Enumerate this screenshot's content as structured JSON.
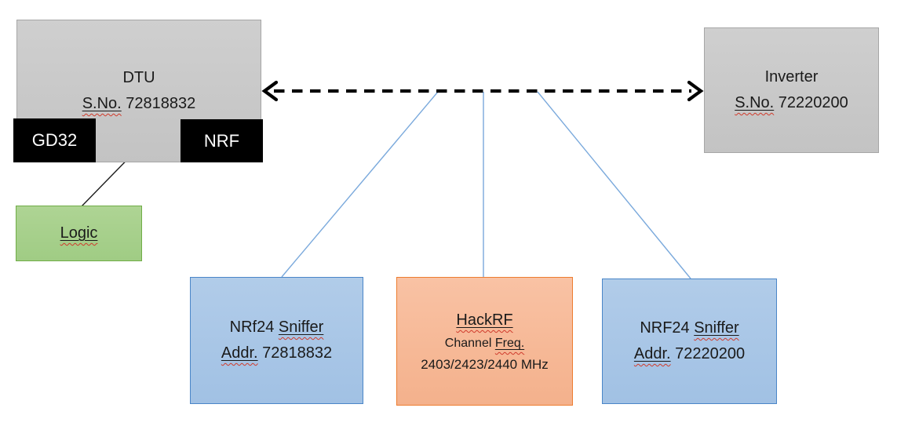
{
  "diagram": {
    "dtu_box": {
      "title": "DTU",
      "serial_label": "S.No.",
      "serial_value": " 72818832"
    },
    "gd32_chip": {
      "label": "GD32"
    },
    "nrf_chip": {
      "label": "NRF"
    },
    "logic_box": {
      "label": "Logic"
    },
    "inverter_box": {
      "title": "Inverter",
      "serial_label": "S.No.",
      "serial_value": " 72220200"
    },
    "sniffer_left_box": {
      "name_prefix": "NRf24 ",
      "name_flagged": "Sniffer",
      "addr_label": "Addr.",
      "addr_value": " 72818832"
    },
    "hackrf_box": {
      "title": "HackRF",
      "channel_prefix": "Channel ",
      "channel_flagged": "Freq.",
      "frequencies": "2403/2423/2440 MHz"
    },
    "sniffer_right_box": {
      "name_prefix": "NRF24 ",
      "name_flagged": "Sniffer",
      "addr_label": "Addr.",
      "addr_value": " 72220200"
    },
    "colors": {
      "gray_fill": "#c9c9c9",
      "gray_border": "#a6a6a6",
      "black_fill": "#000000",
      "green_fill": "#a9d18e",
      "green_border": "#70ad47",
      "blue_fill": "#abc8e8",
      "blue_border": "#4a86c8",
      "orange_fill": "#f8bc9c",
      "orange_border": "#ed7d31",
      "connector_line": "#7aa9dc",
      "arrow_color": "#000000",
      "spellcheck_squiggle": "#d03a2b"
    }
  }
}
